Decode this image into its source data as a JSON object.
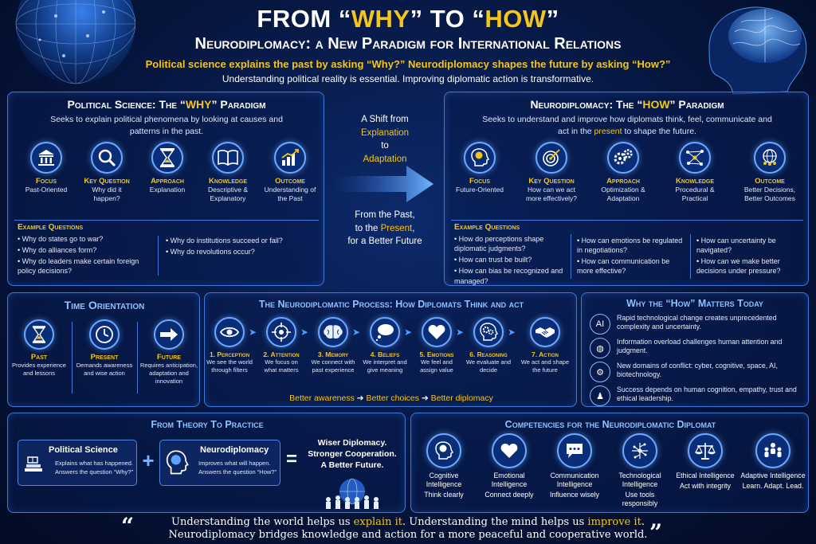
{
  "header": {
    "title_prefix": "FROM “",
    "title_why": "WHY",
    "title_mid": "” TO “",
    "title_how": "HOW",
    "title_suffix": "”",
    "subtitle": "Neurodiplomacy: a New Paradigm for International Relations",
    "tagline": "Political science explains the past by asking “Why?”  Neurodiplomacy shapes the future by asking “How?”",
    "tagline2": "Understanding political reality is essential. Improving diplomatic action is transformative."
  },
  "why_panel": {
    "title_prefix": "Political Science: The “",
    "title_key": "WHY",
    "title_suffix": "” Paradigm",
    "desc": "Seeks to explain political phenomena by looking at causes and patterns in the past.",
    "items": [
      {
        "label": "Focus",
        "desc": "Past-Oriented",
        "icon": "institution-icon"
      },
      {
        "label": "Key Question",
        "desc": "Why did it happen?",
        "icon": "magnifier-icon"
      },
      {
        "label": "Approach",
        "desc": "Explanation",
        "icon": "hourglass-icon"
      },
      {
        "label": "Knowledge",
        "desc": "Descriptive & Explanatory",
        "icon": "book-icon"
      },
      {
        "label": "Outcome",
        "desc": "Understanding of the Past",
        "icon": "bar-chart-icon"
      }
    ],
    "examples_title": "Example Questions",
    "examples_left": [
      "Why do states go to war?",
      "Why do alliances form?",
      "Why do leaders make certain foreign policy decisions?"
    ],
    "examples_right": [
      "Why do institutions succeed or fail?",
      "Why do revolutions occur?"
    ]
  },
  "shift": {
    "line1": "A Shift from",
    "word1": "Explanation",
    "line2": "to",
    "word2": "Adaptation",
    "line3": "From the Past,",
    "line4_prefix": "to the ",
    "line4_word": "Present",
    "line4_suffix": ",",
    "line5": "for a Better Future"
  },
  "how_panel": {
    "title_prefix": "Neurodiplomacy: The “",
    "title_key": "HOW",
    "title_suffix": "” Paradigm",
    "desc_pre": "Seeks to understand and improve how diplomats think, feel, communicate and act in the ",
    "desc_key": "present",
    "desc_post": " to shape the future.",
    "items": [
      {
        "label": "Focus",
        "desc": "Future-Oriented",
        "icon": "head-brain-icon"
      },
      {
        "label": "Key Question",
        "desc": "How can we act more effectively?",
        "icon": "target-icon"
      },
      {
        "label": "Approach",
        "desc": "Optimization & Adaptation",
        "icon": "gears-icon"
      },
      {
        "label": "Knowledge",
        "desc": "Procedural & Practical",
        "icon": "network-icon"
      },
      {
        "label": "Outcome",
        "desc": "Better Decisions, Better Outcomes",
        "icon": "globe-people-icon"
      }
    ],
    "examples_title": "Example Questions",
    "examples_col1": [
      "How do perceptions shape diplomatic judgments?",
      "How can trust be built?",
      "How can bias be recognized and managed?"
    ],
    "examples_col2": [
      "How can emotions be regulated in negotiations?",
      "How can communication be more effective?"
    ],
    "examples_col3": [
      "How can uncertainty be navigated?",
      "How can we make better decisions under pressure?"
    ]
  },
  "time": {
    "title": "Time Orientation",
    "items": [
      {
        "label": "Past",
        "desc": "Provides experience and lessons",
        "icon": "hourglass-icon"
      },
      {
        "label": "Present",
        "desc": "Demands awareness and wise action",
        "icon": "clock-icon"
      },
      {
        "label": "Future",
        "desc": "Requires anticipation, adaptation and innovation",
        "icon": "arrow-right-icon"
      }
    ]
  },
  "process": {
    "title": "The Neurodiplomatic Process: How Diplomats Think and act",
    "steps": [
      {
        "label": "1. Perception",
        "desc": "We see the world through filters",
        "icon": "eye-icon"
      },
      {
        "label": "2. Attention",
        "desc": "We focus on what matters",
        "icon": "crosshair-icon"
      },
      {
        "label": "3. Memory",
        "desc": "We connect with past experience",
        "icon": "brain-icon"
      },
      {
        "label": "4. Beliefs",
        "desc": "We interpret and give meaning",
        "icon": "thought-bubble-icon"
      },
      {
        "label": "5. Emotions",
        "desc": "We feel and assign value",
        "icon": "heart-icon"
      },
      {
        "label": "6. Reasoning",
        "desc": "We evaluate and decide",
        "icon": "head-gears-icon"
      },
      {
        "label": "7. Action",
        "desc": "We act and shape the future",
        "icon": "handshake-icon"
      }
    ],
    "footer": [
      "Better awareness",
      "Better choices",
      "Better diplomacy"
    ]
  },
  "matters": {
    "title": "Why the “How” Matters Today",
    "items": [
      {
        "text": "Rapid technological change creates unprecedented complexity and uncertainty.",
        "icon": "ai-chip-icon",
        "glyph": "AI"
      },
      {
        "text": "Information overload challenges human attention and judgment.",
        "icon": "globe-icon",
        "glyph": "◍"
      },
      {
        "text": "New domains of conflict: cyber, cognitive, space, AI, biotechnology.",
        "icon": "head-gear-icon",
        "glyph": "⚙"
      },
      {
        "text": "Success depends on human cognition, empathy, trust and ethical leadership.",
        "icon": "people-icon",
        "glyph": "♟"
      }
    ]
  },
  "practice": {
    "title": "From Theory To Practice",
    "ps_title": "Political Science",
    "ps_lines": [
      "Explains what has happened.",
      "Answers the question “Why?”"
    ],
    "nd_title": "Neurodiplomacy",
    "nd_lines": [
      "Improves what will happen.",
      "Answers the question “How?”"
    ],
    "plus": "+",
    "equals": "=",
    "result": [
      "Wiser Diplomacy.",
      "Stronger Cooperation.",
      "A Better Future."
    ]
  },
  "competencies": {
    "title": "Competencies for the Neurodiplomatic Diplomat",
    "items": [
      {
        "label": "Cognitive Intelligence",
        "desc": "Think clearly",
        "icon": "head-brain-icon"
      },
      {
        "label": "Emotional Intelligence",
        "desc": "Connect deeply",
        "icon": "heart-icon"
      },
      {
        "label": "Communication Intelligence",
        "desc": "Influence wisely",
        "icon": "speech-bubble-icon"
      },
      {
        "label": "Technological Intelligence",
        "desc": "Use tools responsibly",
        "icon": "circuit-icon"
      },
      {
        "label": "Ethical Intelligence",
        "desc": "Act with integrity",
        "icon": "scales-icon"
      },
      {
        "label": "Adaptive Intelligence",
        "desc": "Learn. Adapt. Lead.",
        "icon": "team-icon"
      }
    ]
  },
  "quote": {
    "l1_a": "Understanding the world helps us ",
    "l1_b": "explain it",
    "l1_c": ". Understanding the mind helps us ",
    "l1_d": "improve it",
    "l1_e": ".",
    "l2": "Neurodiplomacy bridges knowledge and action for a more peaceful and cooperative world."
  },
  "colors": {
    "accent": "#f5c518",
    "border": "#3f78d8",
    "background": "#06163f"
  }
}
